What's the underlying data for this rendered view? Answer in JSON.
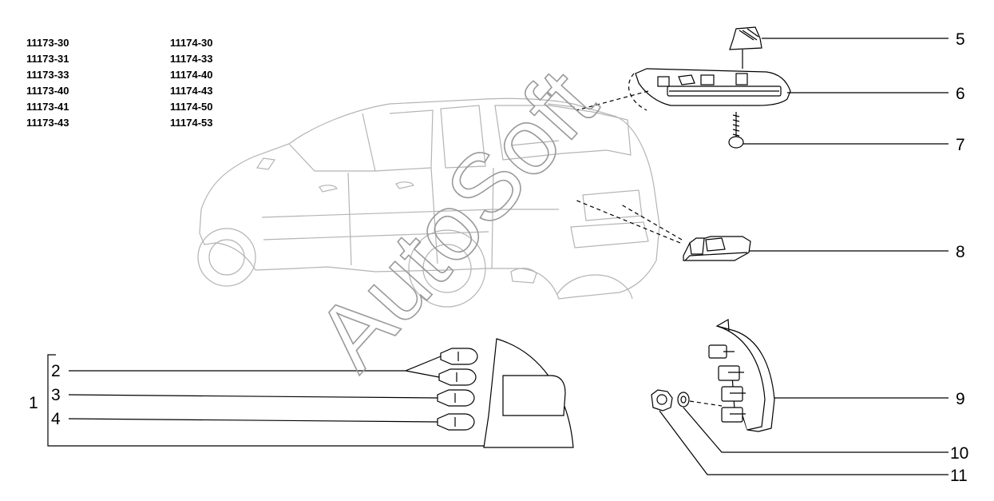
{
  "models": {
    "column_1": [
      "11173-30",
      "11173-31",
      "11173-33",
      "11173-40",
      "11173-41",
      "11173-43"
    ],
    "column_2": [
      "11174-30",
      "11174-33",
      "11174-40",
      "11174-43",
      "11174-50",
      "11174-53"
    ]
  },
  "callouts": {
    "c1": "1",
    "c2": "2",
    "c3": "3",
    "c4": "4",
    "c5": "5",
    "c6": "6",
    "c7": "7",
    "c8": "8",
    "c9": "9",
    "c10": "10",
    "c11": "11"
  },
  "watermark": "AutoSoft",
  "colors": {
    "line": "#000000",
    "car_outline": "#b4b4b4",
    "watermark": "#9a9a9a"
  }
}
